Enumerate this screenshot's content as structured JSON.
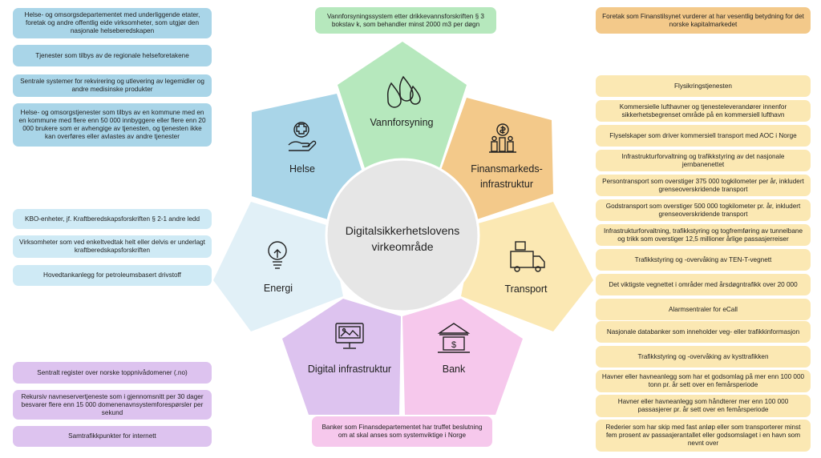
{
  "center": {
    "line1": "Digitalsikkerhetslovens",
    "line2": "virkeområde"
  },
  "segments": {
    "vannforsyning": "Vannforsyning",
    "finans": {
      "line1": "Finansmarkeds-",
      "line2": "infrastruktur"
    },
    "transport": "Transport",
    "bank": "Bank",
    "digital": "Digital infrastruktur",
    "energi": "Energi",
    "helse": "Helse"
  },
  "helse_boxes": [
    "Helse- og omsorgsdepartementet med underliggende etater, foretak og andre offentlig eide virksomheter, som utgjør den nasjonale helseberedskapen",
    "Tjenester som tilbys av de regionale helseforetakene",
    "Sentrale systemer for rekvirering og utlevering av legemidler og andre medisinske produkter",
    "Helse- og omsorgstjenester som tilbys av en kommune med en en kommune med flere enn 50 000 innbyggere eller flere enn 20 000 brukere som er avhengige av tjenesten, og tjenesten ikke kan overføres eller avlastes av andre tjenester"
  ],
  "energi_boxes": [
    "KBO-enheter, jf. Kraftberedskapsforskriften § 2-1 andre ledd",
    "Virksomheter som ved enkeltvedtak helt eller delvis er underlagt kraftberedskapsforskriften",
    "Hovedtankanlegg for petroleumsbasert drivstoff"
  ],
  "digital_boxes": [
    "Sentralt register over norske toppnivådomener (.no)",
    "Rekursiv navneservertjeneste som i gjennomsnitt per 30 dager besvarer flere enn 15 000 domenenavnsystemforespørsler per sekund",
    "Samtrafikkpunkter for internett"
  ],
  "vann_box": "Vannforsyningssystem etter drikkevannsforskriften § 3 bokstav k, som behandler minst 2000 m3 per døgn",
  "finans_box": "Foretak som Finanstilsynet vurderer at har vesentlig betydning for det norske kapitalmarkedet",
  "bank_box": "Banker som Finansdepartementet har truffet beslutning om at skal anses som systemviktige i Norge",
  "transport_boxes": [
    "Flysikringstjenesten",
    "Kommersielle lufthavner og tjenesteleverandører innenfor sikkerhetsbegrenset område på en kommersiell lufthavn",
    "Flyselskaper som driver kommersiell transport med AOC i Norge",
    "Infrastrukturforvaltning og trafikkstyring av det nasjonale jernbanenettet",
    "Persontransport som overstiger 375 000 togkilometer per år, inkludert grenseoverskridende transport",
    "Godstransport som overstiger 500 000 togkilometer pr. år, inkludert grenseoverskridende transport",
    "Infrastrukturforvaltning, trafikkstyring og togfremføring av tunnelbane og trikk som overstiger 12,5 millioner årlige passasjerreiser",
    "Trafikkstyring og -overvåking av TEN-T-vegnett",
    "Det viktigste vegnettet i områder med årsdøgntrafikk over 20 000",
    "Alarmsentraler for eCall",
    "Nasjonale databanker som inneholder veg- eller trafikkinformasjon",
    "Trafikkstyring og -overvåking av kysttrafikken",
    "Havner eller havneanlegg som har et godsomlag på mer enn 100 000 tonn pr. år sett over en femårsperiode",
    "Havner eller havneanlegg som håndterer mer enn 100 000 passasjerer pr. år sett over en femårsperiode",
    "Rederier som har skip med fast anløp eller som transporterer minst fem prosent av passasjerantallet eller godsomslaget i en havn som nevnt over"
  ],
  "colors": {
    "helse": "#a9d5e8",
    "energi": "#cfeaf5",
    "digital": "#ddc3ef",
    "vann": "#b6e8bd",
    "finans": "#f3c98a",
    "transport": "#fbe8b3",
    "bank": "#f6c8ec",
    "center": "#e6e6e6"
  }
}
